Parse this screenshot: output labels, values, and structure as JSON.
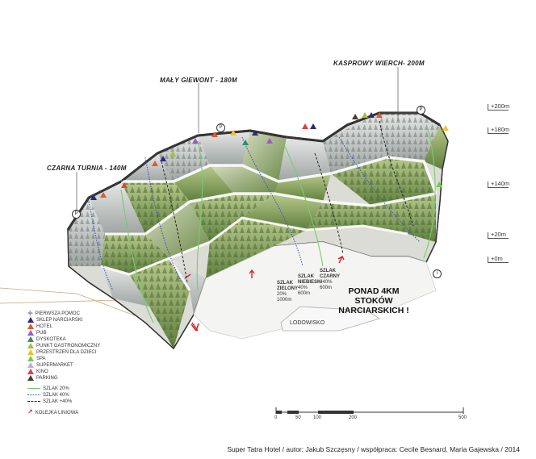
{
  "peaks": {
    "kasprowy": "KASPROWY WIERCH- 200M",
    "maly_giewont": "MAŁY GIEWONT - 180M",
    "czarna_turnia": "CZARNA TURNIA - 140M"
  },
  "elevations": [
    "+200m",
    "+180m",
    "+140m",
    "+20m",
    "+0m"
  ],
  "trails": {
    "green": {
      "title": "SZLAK ZIELONY",
      "pct": "20%",
      "len": "1000m"
    },
    "blue": {
      "title": "SZLAK NIEBIESKI",
      "pct": "40%",
      "len": "600m"
    },
    "black": {
      "title": "SZLAK CZARNY",
      "pct": "+40%",
      "len": "600m"
    }
  },
  "headline": [
    "PONAD 4KM",
    "STOKÓW",
    "NARCIARSKICH !"
  ],
  "rink_label": "LODOWISKO",
  "legend": {
    "amenities": [
      {
        "label": "PIERWSZA POMOC",
        "color": "#999999",
        "icon": "first-aid-icon"
      },
      {
        "label": "SKLEP NARCIARSKI",
        "color": "#2b2a7a",
        "icon": "ski-shop-icon"
      },
      {
        "label": "HOTEL",
        "color": "#e05a2a",
        "icon": "hotel-icon"
      },
      {
        "label": "PUB",
        "color": "#9b5bc4",
        "icon": "pub-icon"
      },
      {
        "label": "DYSKOTEKA",
        "color": "#3a8a6a",
        "icon": "disco-icon"
      },
      {
        "label": "PUNKT GASTRONOMICZNY",
        "color": "#a5c23a",
        "icon": "restaurant-icon"
      },
      {
        "label": "PRZESTRZEŃ DLA DZIECI",
        "color": "#f2c22e",
        "icon": "kids-icon"
      },
      {
        "label": "SPA",
        "color": "#6fcf4a",
        "icon": "spa-icon"
      },
      {
        "label": "SUPERMARKET",
        "color": "#c7a9e0",
        "icon": "supermarket-icon"
      },
      {
        "label": "KINO",
        "color": "#e04040",
        "icon": "cinema-icon"
      },
      {
        "label": "PARKING",
        "color": "#4a3a30",
        "icon": "parking-icon"
      }
    ],
    "trail_types": [
      {
        "label": "SZLAK 20%",
        "color": "#7bc96f",
        "style": "solid"
      },
      {
        "label": "SZLAK 40%",
        "color": "#3a4fb0",
        "style": "dotted"
      },
      {
        "label": "SZLAK +40%",
        "color": "#222222",
        "style": "dashed"
      }
    ],
    "lift_label": "KOLEJKA LINIOWA"
  },
  "scale_labels": [
    "0",
    "50",
    "100",
    "200",
    "500"
  ],
  "footer": "Super Tatra Hotel / autor: Jakub Szczęsny / współpraca: Cecile Besnard, Maria Gajewska / 2014"
}
